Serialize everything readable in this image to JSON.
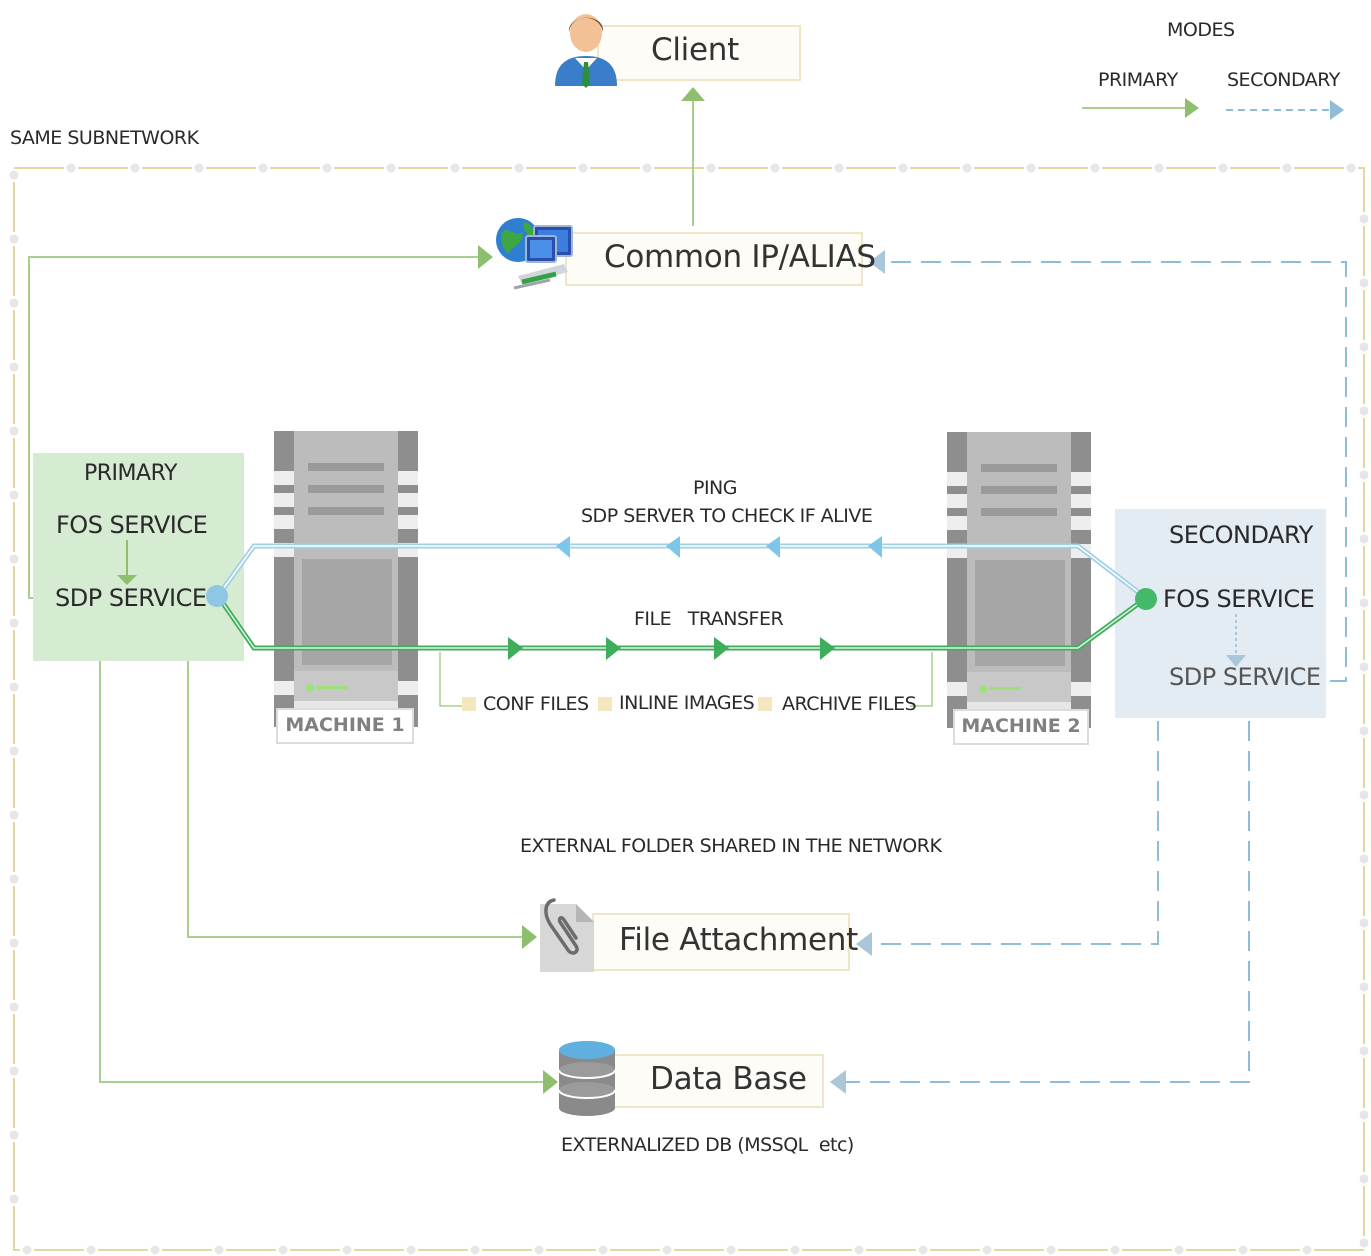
{
  "legend": {
    "title": "MODES",
    "primary_label": "PRIMARY",
    "secondary_label": "SECONDARY",
    "colors": {
      "primary": "#8dbf6e",
      "secondary": "#8fbcd9"
    }
  },
  "subnetwork_label": "SAME SUBNETWORK",
  "nodes": {
    "client": {
      "label": "Client",
      "icon": "user-icon"
    },
    "common_ip": {
      "label": "Common IP/ALIAS",
      "icon": "network-globe-icon"
    },
    "file_attachment": {
      "label": "File Attachment",
      "icon": "paperclip-document-icon"
    },
    "database": {
      "label": "Data Base",
      "icon": "database-icon"
    }
  },
  "primary_panel": {
    "title": "PRIMARY",
    "fos_service": "FOS SERVICE",
    "sdp_service": "SDP SERVICE"
  },
  "secondary_panel": {
    "title": "SECONDARY",
    "fos_service": "FOS SERVICE",
    "sdp_service": "SDP SERVICE"
  },
  "machines": [
    {
      "label": "MACHINE 1",
      "icon": "server-tower-icon"
    },
    {
      "label": "MACHINE 2",
      "icon": "server-tower-icon"
    }
  ],
  "ping": {
    "line1": "PING",
    "line2": "SDP SERVER TO CHECK IF ALIVE"
  },
  "file_transfer": {
    "label": "FILE   TRANSFER",
    "items": [
      "CONF FILES",
      "INLINE IMAGES",
      "ARCHIVE FILES"
    ]
  },
  "external_folder_label": "EXTERNAL FOLDER SHARED IN THE NETWORK",
  "db_caption": "EXTERNALIZED DB (MSSQL  etc)"
}
